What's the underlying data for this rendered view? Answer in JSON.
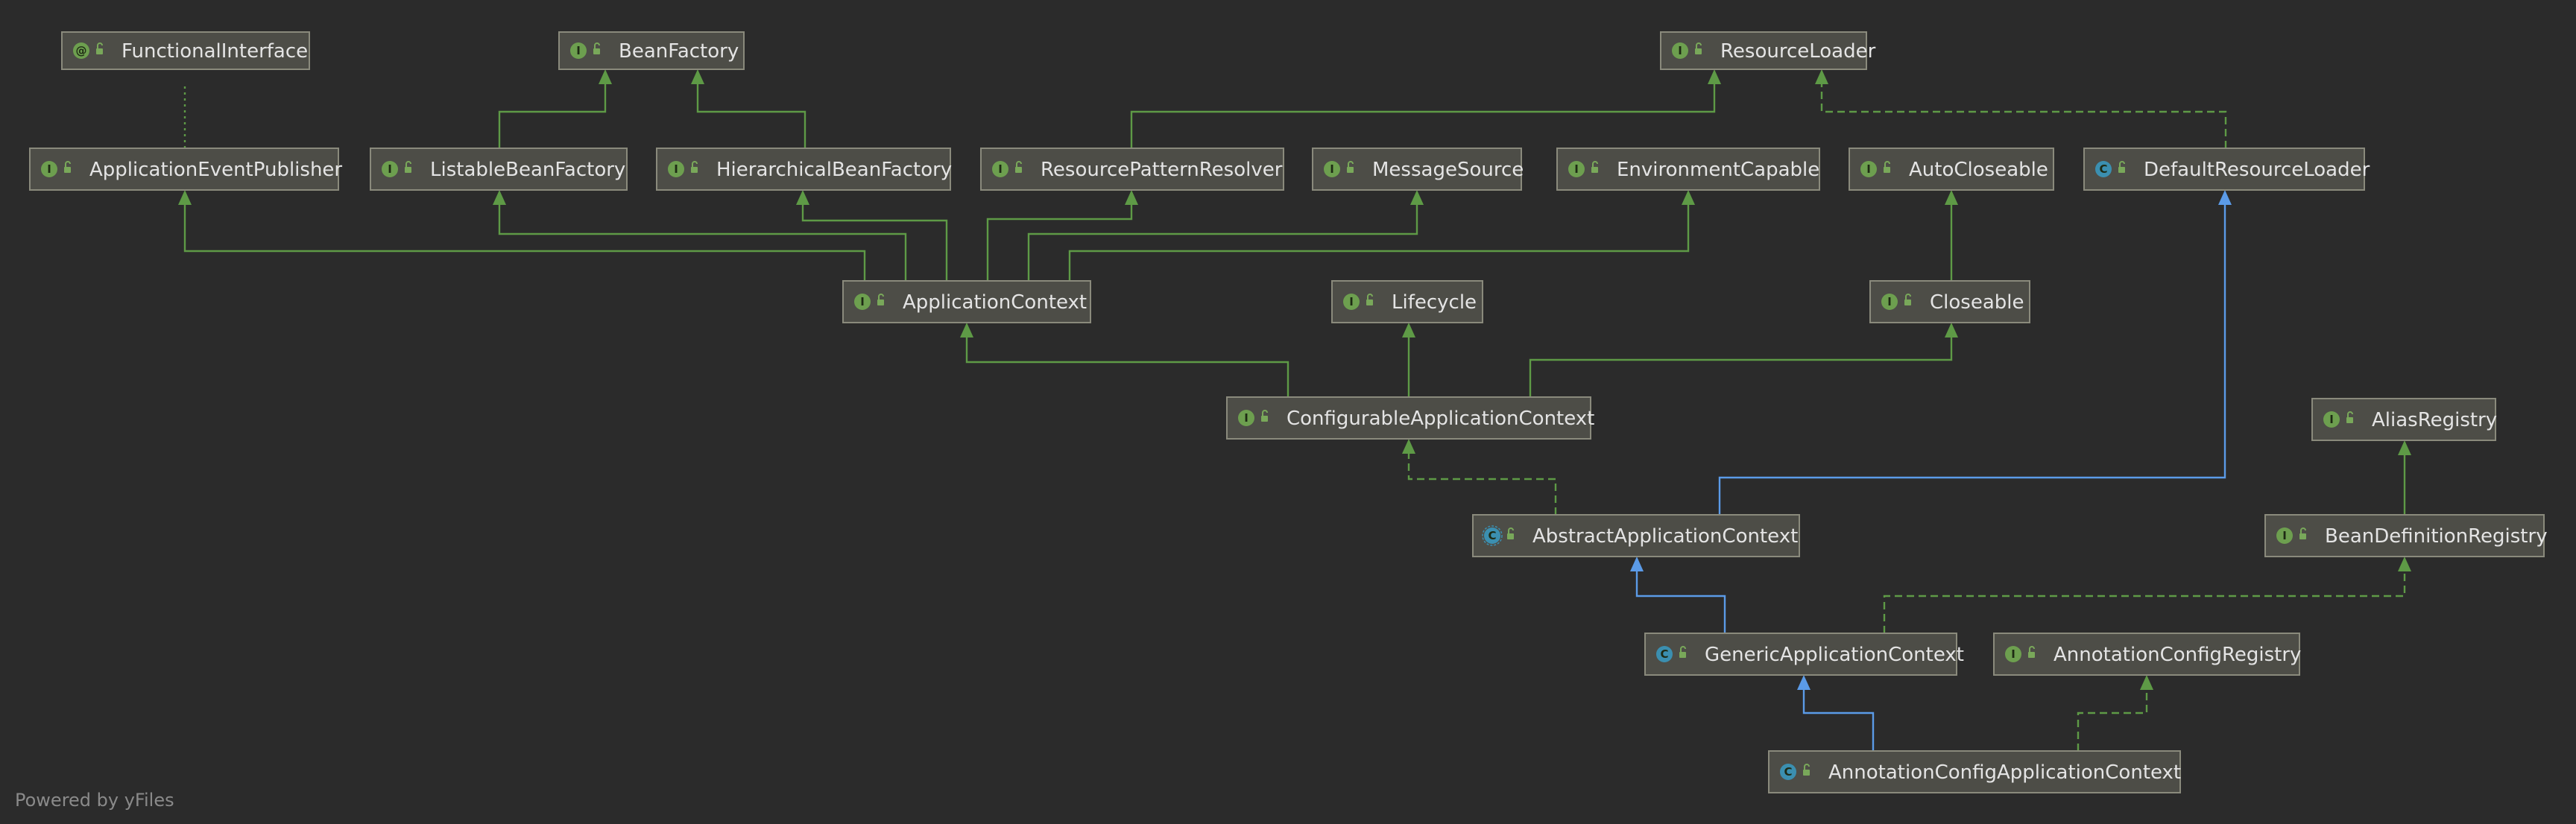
{
  "colors": {
    "background": "#2b2b2b",
    "extends_interface": "#5e9a46",
    "extends_class": "#5b9be8",
    "implements": "#5e9a46",
    "interface_icon": "#6d9f4f",
    "class_icon": "#3b8fb0",
    "abstract_icon": "#3b8fb0",
    "annotation_icon": "#6d9f4f"
  },
  "nodes": {
    "FunctionalInterface": {
      "label": "FunctionalInterface",
      "kind": "annotation"
    },
    "BeanFactory": {
      "label": "BeanFactory",
      "kind": "interface"
    },
    "ResourceLoader": {
      "label": "ResourceLoader",
      "kind": "interface"
    },
    "ApplicationEventPublisher": {
      "label": "ApplicationEventPublisher",
      "kind": "interface"
    },
    "ListableBeanFactory": {
      "label": "ListableBeanFactory",
      "kind": "interface"
    },
    "HierarchicalBeanFactory": {
      "label": "HierarchicalBeanFactory",
      "kind": "interface"
    },
    "ResourcePatternResolver": {
      "label": "ResourcePatternResolver",
      "kind": "interface"
    },
    "MessageSource": {
      "label": "MessageSource",
      "kind": "interface"
    },
    "EnvironmentCapable": {
      "label": "EnvironmentCapable",
      "kind": "interface"
    },
    "AutoCloseable": {
      "label": "AutoCloseable",
      "kind": "interface"
    },
    "DefaultResourceLoader": {
      "label": "DefaultResourceLoader",
      "kind": "class"
    },
    "ApplicationContext": {
      "label": "ApplicationContext",
      "kind": "interface"
    },
    "Lifecycle": {
      "label": "Lifecycle",
      "kind": "interface"
    },
    "Closeable": {
      "label": "Closeable",
      "kind": "interface"
    },
    "ConfigurableApplicationContext": {
      "label": "ConfigurableApplicationContext",
      "kind": "interface"
    },
    "AliasRegistry": {
      "label": "AliasRegistry",
      "kind": "interface"
    },
    "AbstractApplicationContext": {
      "label": "AbstractApplicationContext",
      "kind": "abstract"
    },
    "BeanDefinitionRegistry": {
      "label": "BeanDefinitionRegistry",
      "kind": "interface"
    },
    "GenericApplicationContext": {
      "label": "GenericApplicationContext",
      "kind": "class"
    },
    "AnnotationConfigRegistry": {
      "label": "AnnotationConfigRegistry",
      "kind": "interface"
    },
    "AnnotationConfigApplicationContext": {
      "label": "AnnotationConfigApplicationContext",
      "kind": "class"
    }
  },
  "icons": {
    "interface": "I",
    "class": "C",
    "abstract": "C",
    "annotation": "@"
  },
  "footer": "Powered by yFiles"
}
